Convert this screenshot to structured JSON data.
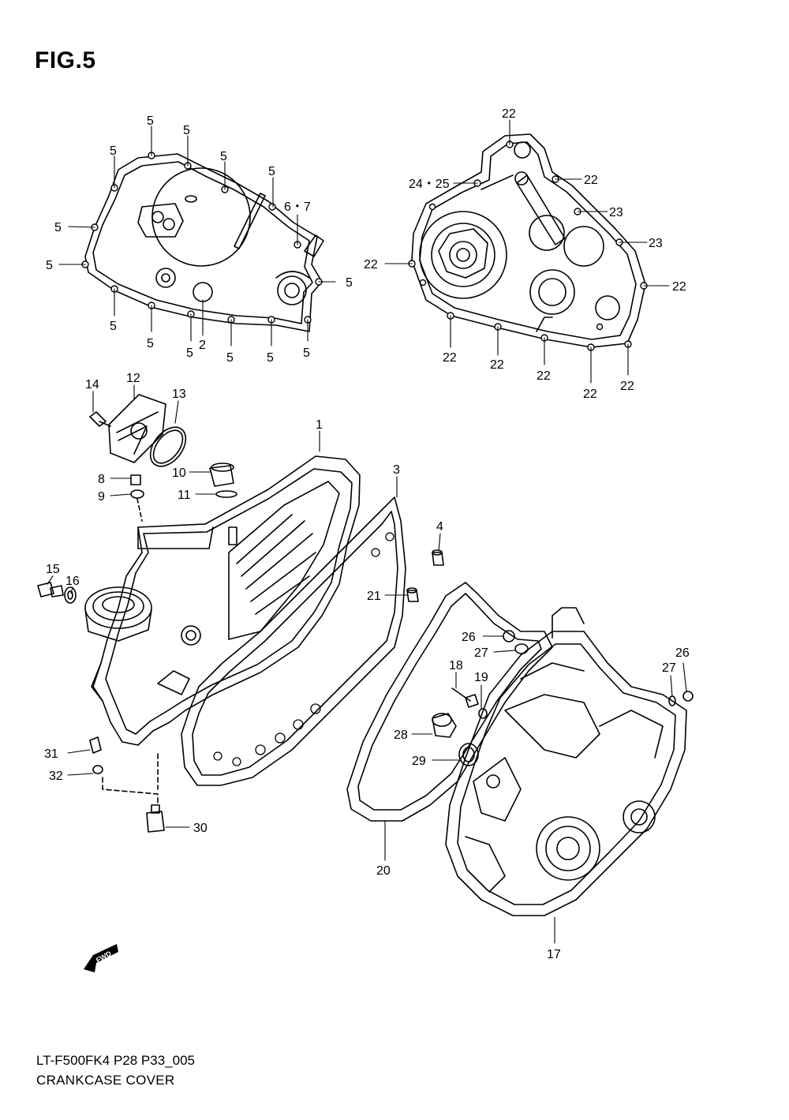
{
  "figure_label": "FIG.5",
  "model_code": "LT-F500FK4 P28 P33_005",
  "caption": "CRANKCASE COVER",
  "direction_marker": "FWD",
  "callouts": {
    "c1": "1",
    "c2": "2",
    "c3": "3",
    "c4": "4",
    "c5": "5",
    "c6_7": "6・7",
    "c8": "8",
    "c9": "9",
    "c10": "10",
    "c11": "11",
    "c12": "12",
    "c13": "13",
    "c14": "14",
    "c15": "15",
    "c16": "16",
    "c17": "17",
    "c18": "18",
    "c19": "19",
    "c20": "20",
    "c21": "21",
    "c22": "22",
    "c23": "23",
    "c24_25": "24・25",
    "c26": "26",
    "c27": "27",
    "c28": "28",
    "c29": "29",
    "c30": "30",
    "c31": "31",
    "c32": "32"
  }
}
